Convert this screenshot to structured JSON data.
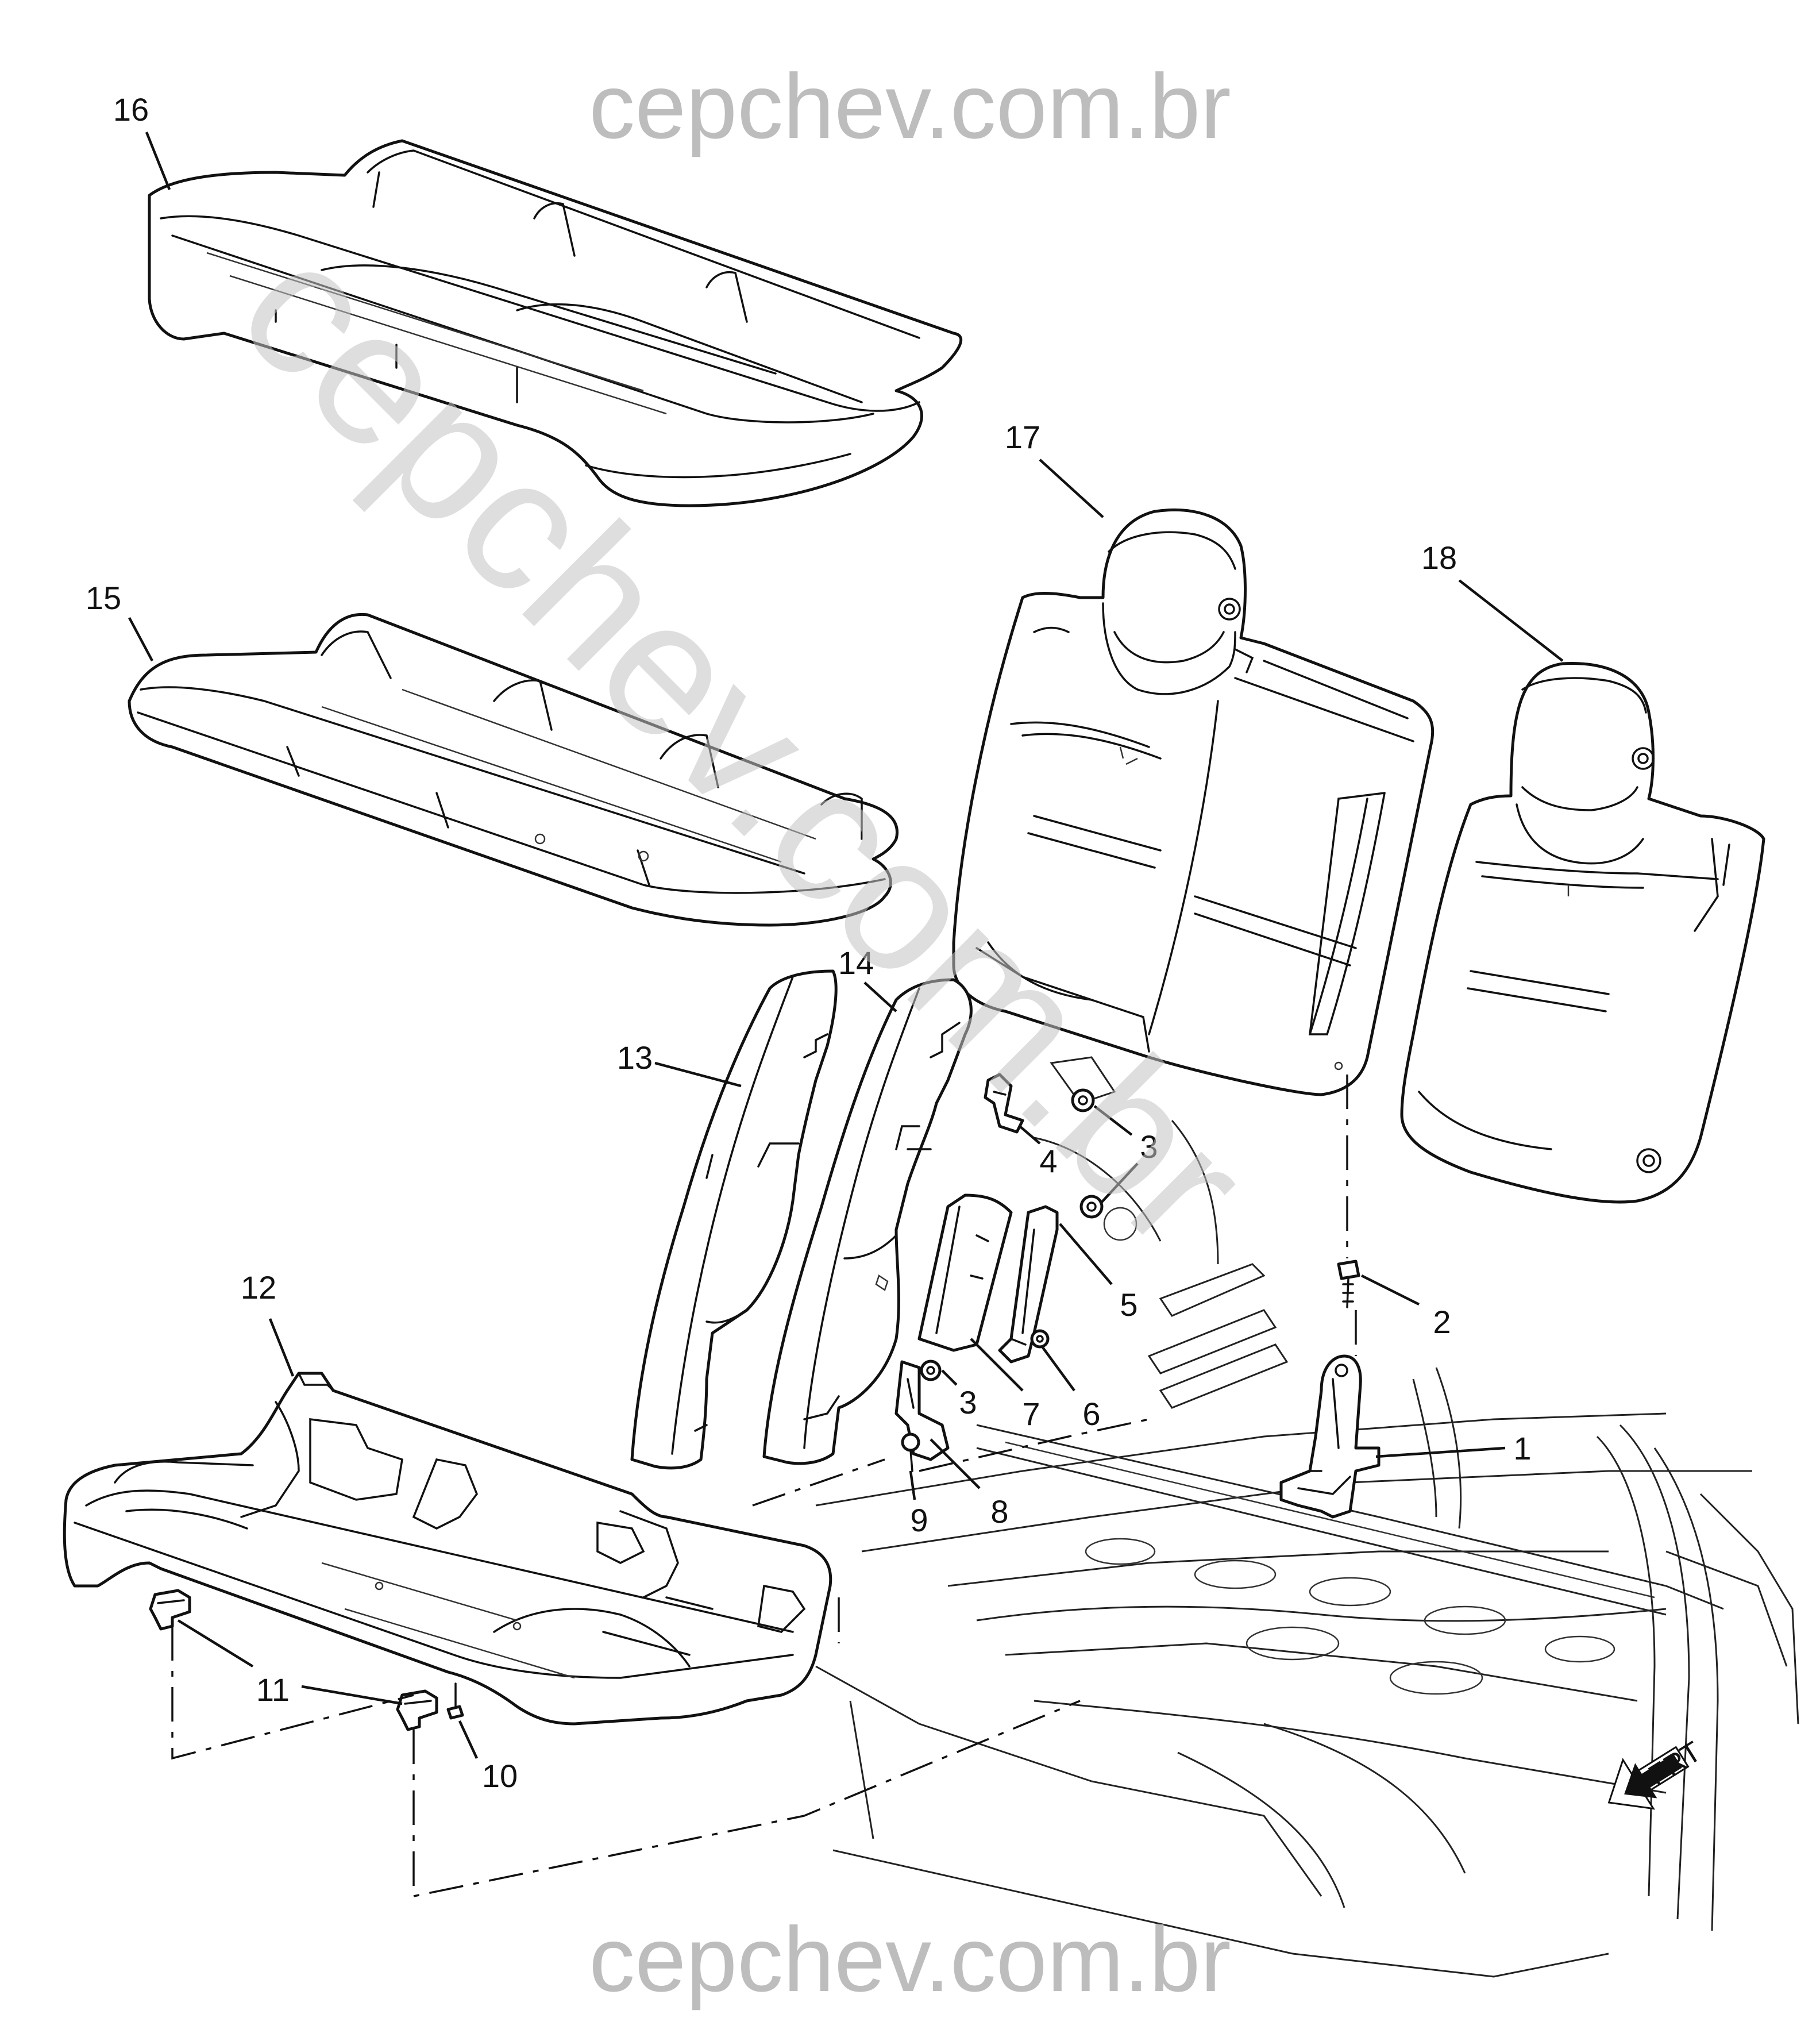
{
  "watermark": {
    "top": "cepchev.com.br",
    "bottom": "cepchev.com.br",
    "diagonal": "cepchev.com.br"
  },
  "orientation": {
    "label": "FRT",
    "icon": "front-arrow-icon"
  },
  "callouts": [
    {
      "id": "16",
      "label": "16"
    },
    {
      "id": "15",
      "label": "15"
    },
    {
      "id": "17",
      "label": "17"
    },
    {
      "id": "18",
      "label": "18"
    },
    {
      "id": "14",
      "label": "14"
    },
    {
      "id": "13",
      "label": "13"
    },
    {
      "id": "4",
      "label": "4"
    },
    {
      "id": "3a",
      "label": "3"
    },
    {
      "id": "5",
      "label": "5"
    },
    {
      "id": "2",
      "label": "2"
    },
    {
      "id": "3b",
      "label": "3"
    },
    {
      "id": "7",
      "label": "7"
    },
    {
      "id": "6",
      "label": "6"
    },
    {
      "id": "1",
      "label": "1"
    },
    {
      "id": "8",
      "label": "8"
    },
    {
      "id": "9",
      "label": "9"
    },
    {
      "id": "12",
      "label": "12"
    },
    {
      "id": "11",
      "label": "11"
    },
    {
      "id": "10",
      "label": "10"
    }
  ]
}
